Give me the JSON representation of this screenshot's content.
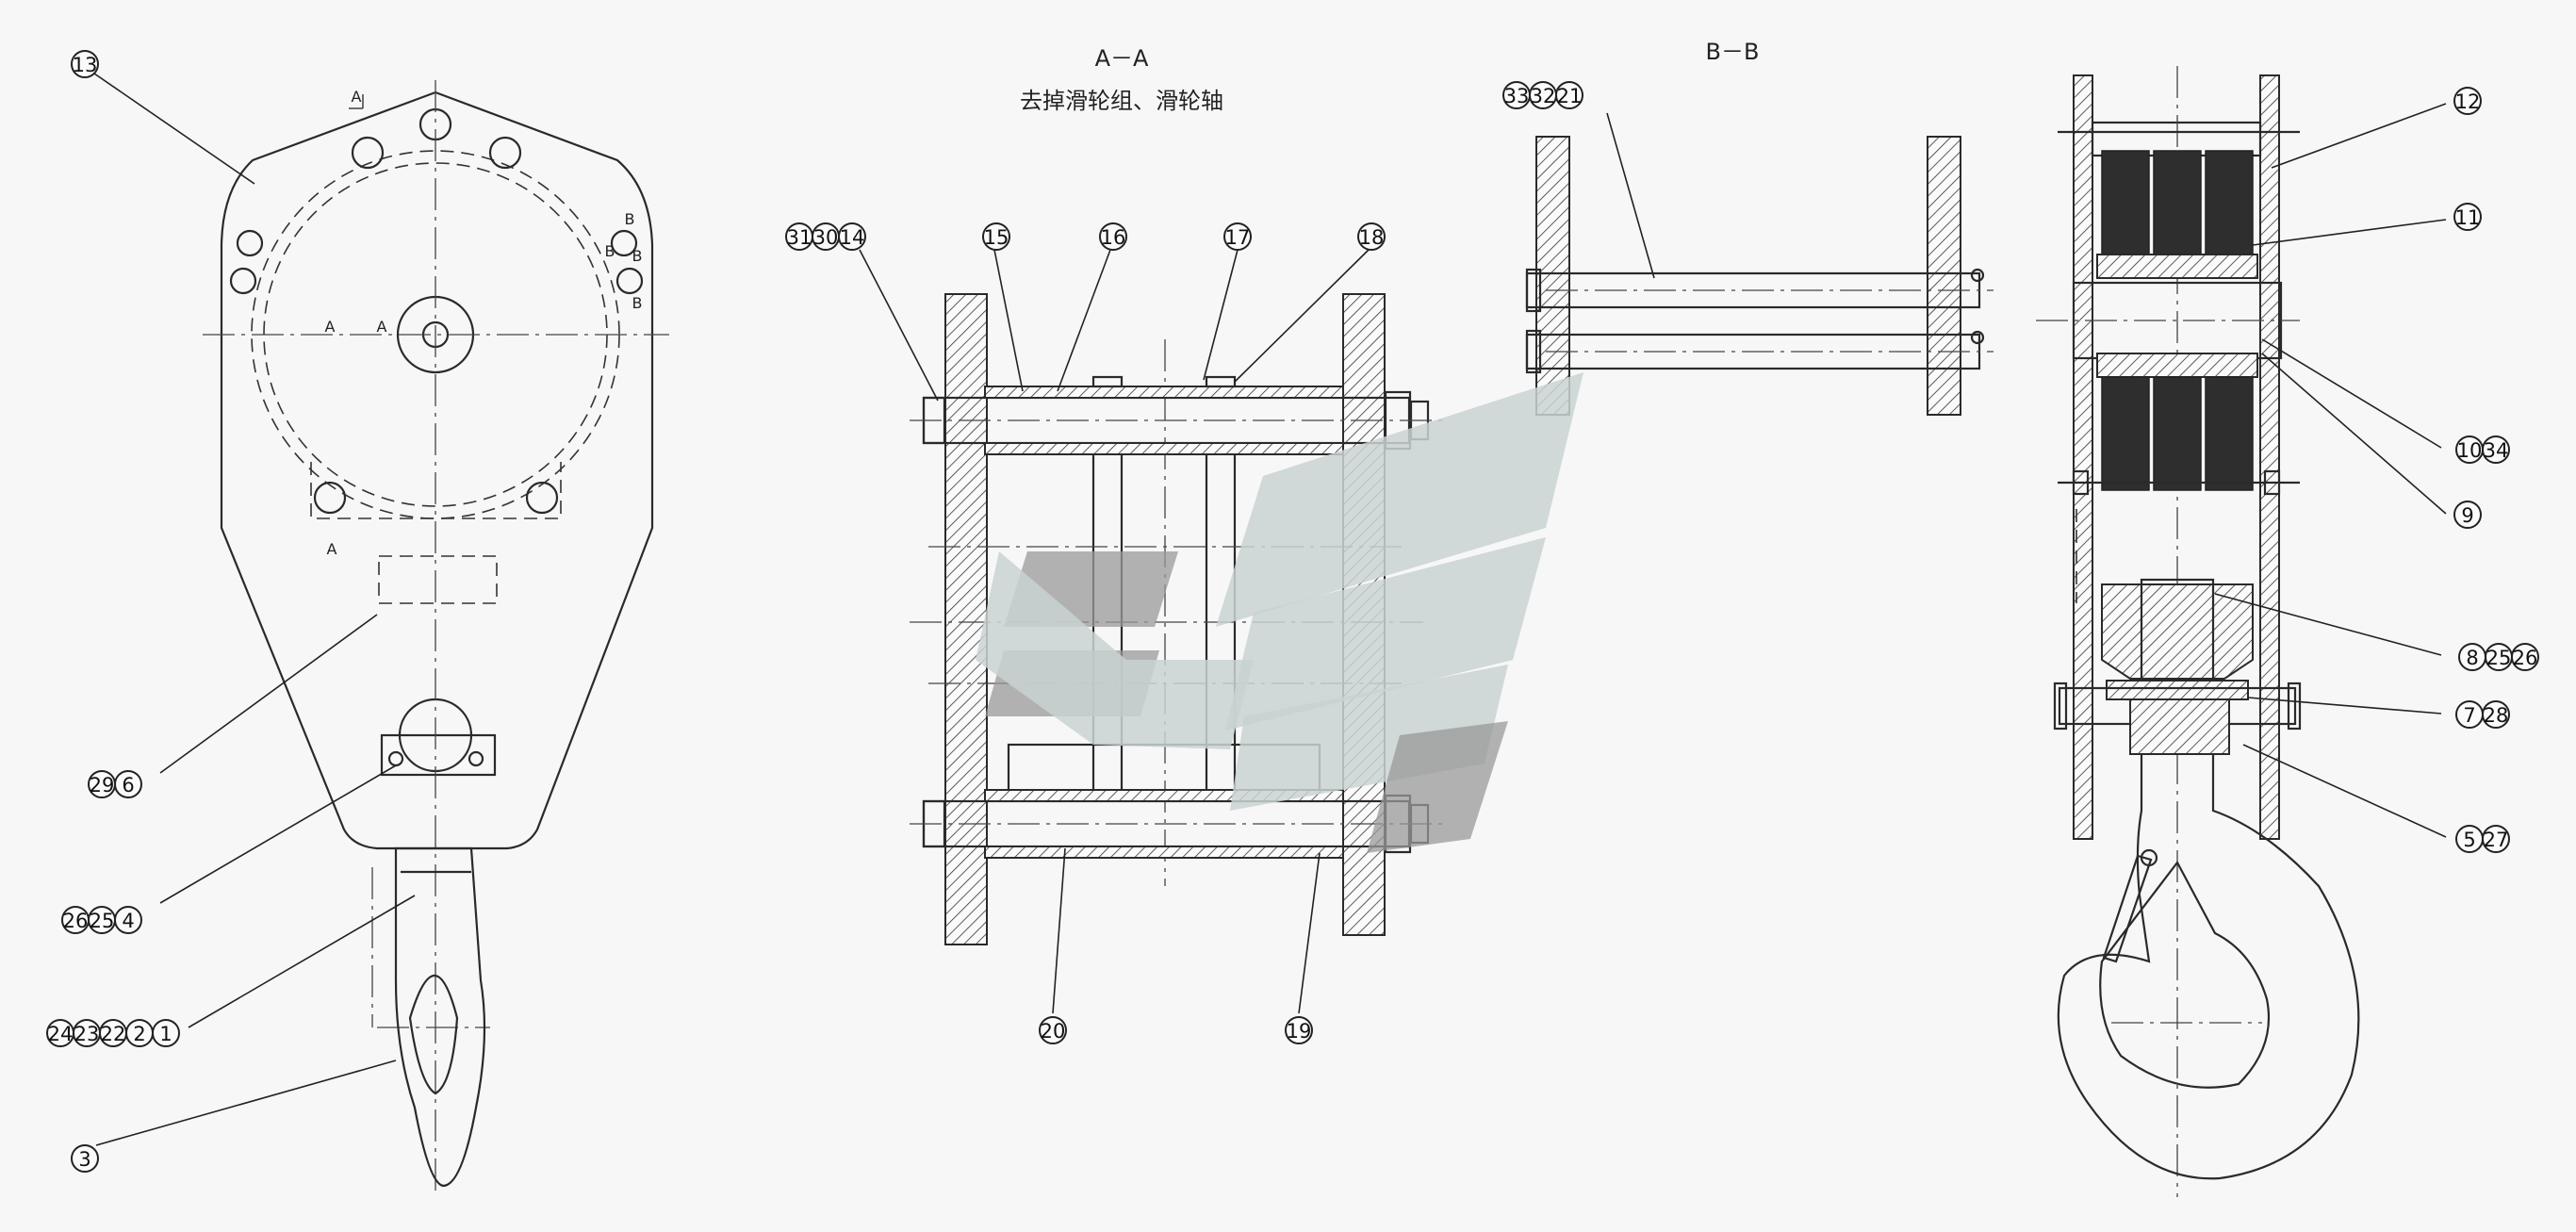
{
  "captions": {
    "section_aa": "A－A",
    "section_aa_note": "去掉滑轮组、滑轮轴",
    "section_bb": "B－B"
  },
  "cut_marks": {
    "a": "A",
    "b": "B"
  },
  "balloons": [
    {
      "id": "b13",
      "items": [
        "13"
      ]
    },
    {
      "id": "b29-6",
      "items": [
        "29",
        "6"
      ]
    },
    {
      "id": "b26-25-4",
      "items": [
        "26",
        "25",
        "4"
      ]
    },
    {
      "id": "b24-23-22-2-1",
      "items": [
        "24",
        "23",
        "22",
        "2",
        "1"
      ]
    },
    {
      "id": "b3",
      "items": [
        "3"
      ]
    },
    {
      "id": "b31-30-14",
      "items": [
        "31",
        "30",
        "14"
      ]
    },
    {
      "id": "b15",
      "items": [
        "15"
      ]
    },
    {
      "id": "b16",
      "items": [
        "16"
      ]
    },
    {
      "id": "b17",
      "items": [
        "17"
      ]
    },
    {
      "id": "b18",
      "items": [
        "18"
      ]
    },
    {
      "id": "b20",
      "items": [
        "20"
      ]
    },
    {
      "id": "b19",
      "items": [
        "19"
      ]
    },
    {
      "id": "b33-32-21",
      "items": [
        "33",
        "32",
        "21"
      ]
    },
    {
      "id": "b12",
      "items": [
        "12"
      ]
    },
    {
      "id": "b11",
      "items": [
        "11"
      ]
    },
    {
      "id": "b10-34",
      "items": [
        "10",
        "34"
      ]
    },
    {
      "id": "b9",
      "items": [
        "9"
      ]
    },
    {
      "id": "b8-25-26",
      "items": [
        "8",
        "25",
        "26"
      ]
    },
    {
      "id": "b7-28",
      "items": [
        "7",
        "28"
      ]
    },
    {
      "id": "b5-27",
      "items": [
        "5",
        "27"
      ]
    }
  ]
}
